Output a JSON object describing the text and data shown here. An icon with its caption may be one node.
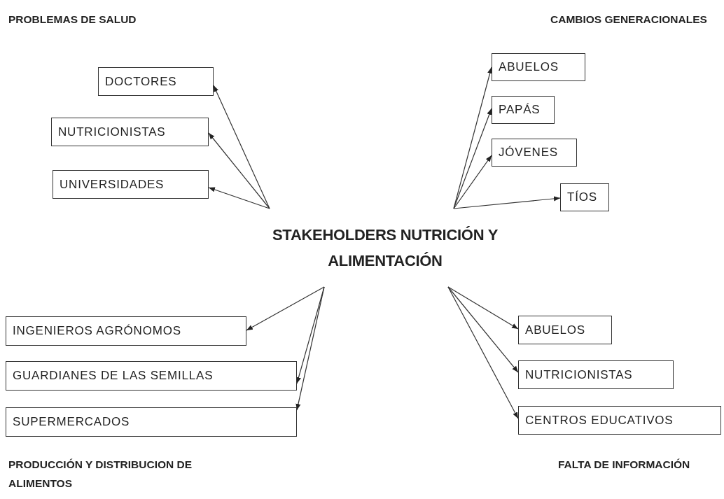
{
  "diagram": {
    "nodes": [
      {
        "text": [
          "STAKEHOLDERS NUTRICIÓN Y ALIMENTACIÓN"
        ]
      },
      {
        "text": [
          "DOCTORES"
        ]
      },
      {
        "text": [
          "NUTRICIONISTAS"
        ]
      },
      {
        "text": [
          "UNIVERSIDADES"
        ]
      },
      {
        "text": [
          "ABUELOS"
        ]
      },
      {
        "text": [
          "PAPÁS"
        ]
      },
      {
        "text": [
          "JÓVENES"
        ]
      },
      {
        "text": [
          "TÍOS"
        ]
      },
      {
        "text": [
          "INGENIEROS AGRÓNOMOS"
        ]
      },
      {
        "text": [
          "GUARDIANES DE LAS SEMILLAS"
        ]
      },
      {
        "text": [
          "SUPERMERCADOS"
        ]
      },
      {
        "text": [
          "ABUELOS"
        ]
      },
      {
        "text": [
          "NUTRICIONISTAS"
        ]
      },
      {
        "text": [
          "CENTROS EDUCATIVOS"
        ]
      }
    ],
    "edges": [
      {
        "from": 0,
        "to": 1,
        "arrow": "to"
      },
      {
        "from": 0,
        "to": 2,
        "arrow": "to"
      },
      {
        "from": 0,
        "to": 3,
        "arrow": "to"
      },
      {
        "from": 0,
        "to": 4,
        "arrow": "to"
      },
      {
        "from": 0,
        "to": 5,
        "arrow": "to"
      },
      {
        "from": 0,
        "to": 6,
        "arrow": "to"
      },
      {
        "from": 0,
        "to": 7,
        "arrow": "to"
      },
      {
        "from": 0,
        "to": 8,
        "arrow": "to"
      },
      {
        "from": 0,
        "to": 9,
        "arrow": "to"
      },
      {
        "from": 0,
        "to": 10,
        "arrow": "to"
      },
      {
        "from": 0,
        "to": 11,
        "arrow": "to"
      },
      {
        "from": 0,
        "to": 12,
        "arrow": "to"
      },
      {
        "from": 0,
        "to": 13,
        "arrow": "to"
      }
    ],
    "labels": [
      "PROBLEMAS DE SALUD",
      "CAMBIOS GENERACIONALES",
      "PRODUCCIÓN Y DISTRIBUCION DE ALIMENTOS",
      "FALTA DE INFORMACIÓN"
    ]
  }
}
